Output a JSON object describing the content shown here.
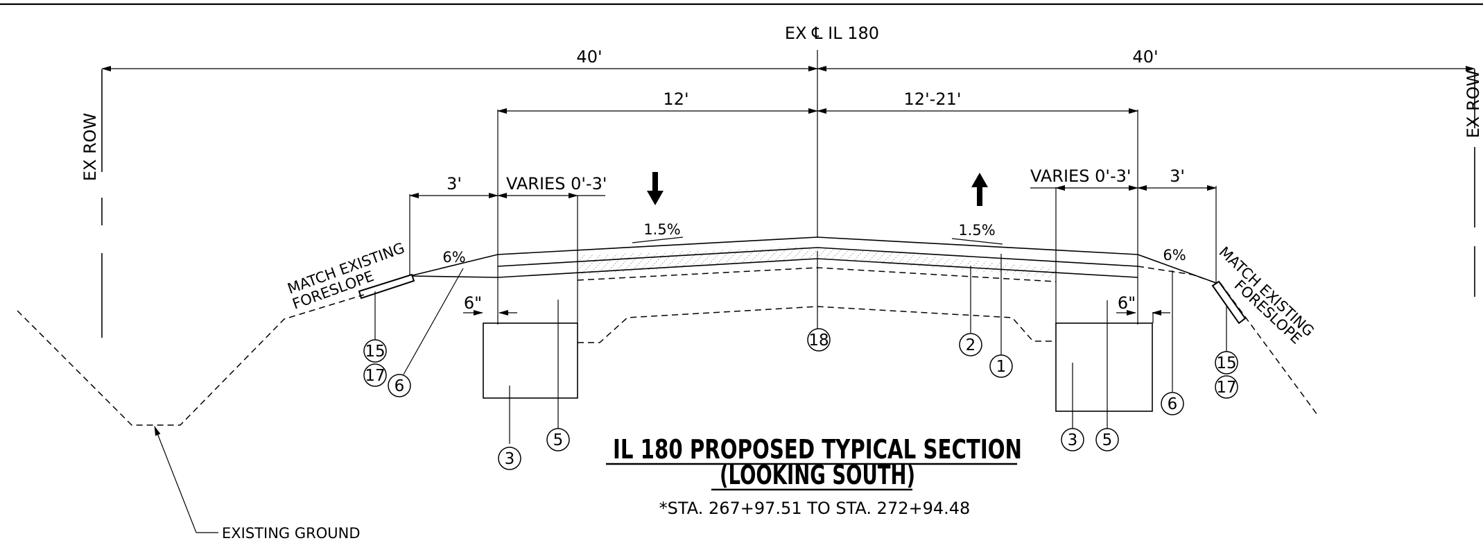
{
  "centerline_label": "EX ℄ IL 180",
  "row_label_left": "EX ROW",
  "row_label_right": "EX ROW",
  "dims": {
    "left_half": "40'",
    "right_half": "40'",
    "left_lane": "12'",
    "right_lane": "12'-21'",
    "left_varies": "VARIES 0'-3'",
    "right_varies": "VARIES 0'-3'",
    "left_shoulder": "3'",
    "right_shoulder": "3'",
    "left_offset": "6\"",
    "right_offset": "6\""
  },
  "slopes": {
    "left_lane": "1.5%",
    "right_lane": "1.5%",
    "left_shoulder": "6%",
    "right_shoulder": "6%"
  },
  "notes": {
    "match_left_1": "MATCH EXISTING",
    "match_left_2": "FORESLOPE",
    "match_right_1": "MATCH EXISTING",
    "match_right_2": "FORESLOPE",
    "existing_ground": "EXISTING GROUND"
  },
  "callouts": [
    "15",
    "17",
    "6",
    "3",
    "5",
    "18",
    "2",
    "1",
    "3",
    "5",
    "6",
    "15",
    "17"
  ],
  "title": {
    "line1": "IL 180 PROPOSED TYPICAL SECTION",
    "line2": "(LOOKING SOUTH)",
    "station": "*STA. 267+97.51 TO STA. 272+94.48"
  }
}
